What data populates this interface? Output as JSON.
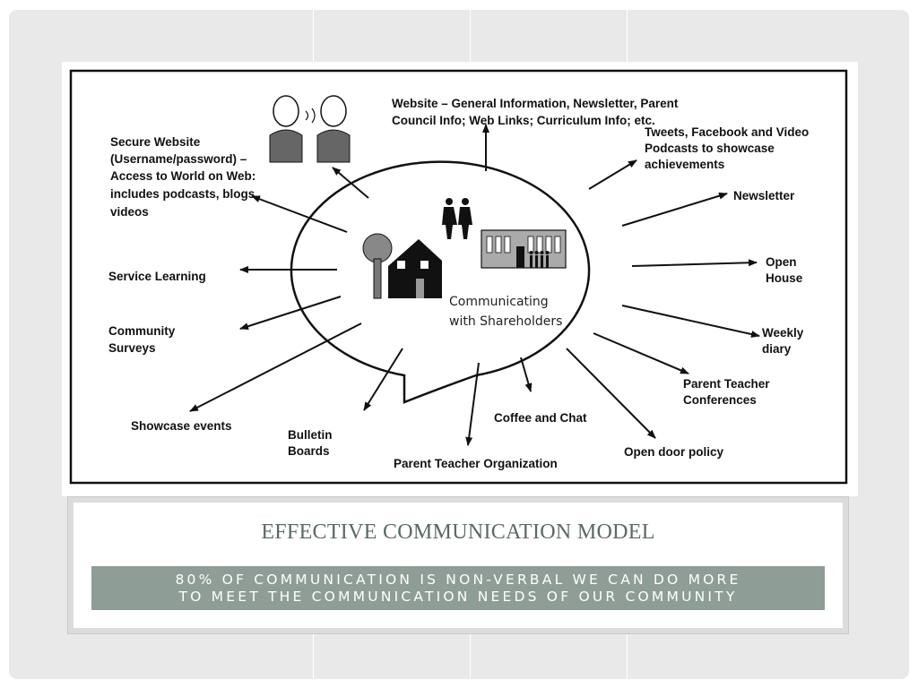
{
  "diagram": {
    "center_label_line1": "Communicating",
    "center_label_line2": "with Shareholders",
    "labels": {
      "website_1": "Website – General Information, Newsletter, Parent",
      "website_2": "Council Info; Web Links; Curriculum Info; etc.",
      "tweets_1": "Tweets, Facebook and Video",
      "tweets_2": "Podcasts to showcase",
      "tweets_3": "achievements",
      "newsletter": "Newsletter",
      "open_house_1": "Open",
      "open_house_2": "House",
      "weekly_1": "Weekly",
      "weekly_2": "diary",
      "ptc_1": "Parent Teacher",
      "ptc_2": "Conferences",
      "open_door": "Open door policy",
      "coffee": "Coffee and Chat",
      "pto": "Parent Teacher Organization",
      "bulletin_1": "Bulletin",
      "bulletin_2": "Boards",
      "showcase": "Showcase events",
      "surveys_1": "Community",
      "surveys_2": "Surveys",
      "service": "Service Learning",
      "secure_1": "Secure Website",
      "secure_2": "(Username/password) –",
      "secure_3": "Access to World on Web:",
      "secure_4": "includes podcasts, blogs,",
      "secure_5": "videos"
    }
  },
  "caption": {
    "title": "EFFECTIVE COMMUNICATION MODEL",
    "subtitle_line1": "80% OF COMMUNICATION IS NON-VERBAL WE CAN DO MORE",
    "subtitle_line2": "TO MEET THE COMMUNICATION NEEDS OF OUR COMMUNITY"
  },
  "colors": {
    "background": "#e9e9e9",
    "band": "#8e9d96",
    "title": "#5a6a66"
  }
}
